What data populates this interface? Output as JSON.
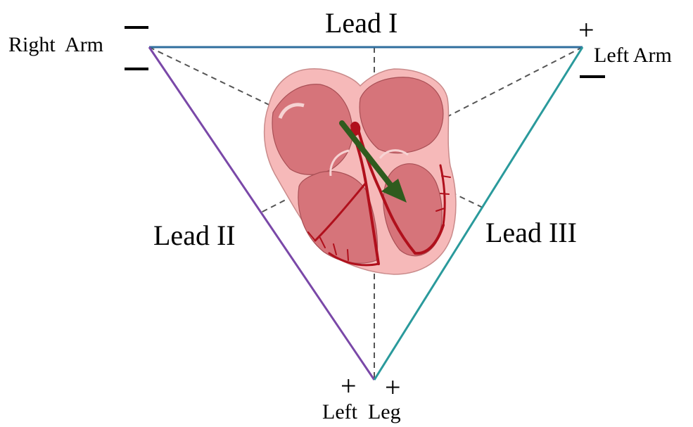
{
  "labels": {
    "lead_i": "Lead I",
    "lead_ii": "Lead II",
    "lead_iii": "Lead III",
    "right_arm": "Right  Arm",
    "left_arm": "Left Arm",
    "left_leg": "Left  Leg"
  },
  "signs": {
    "plus": "+",
    "minus": "—"
  },
  "colors": {
    "lead_i": "#2f6e9e",
    "lead_ii": "#7a48a8",
    "lead_iii": "#2a9a9c",
    "axis_lines": "#555555",
    "heart_outer": "#f6b9b9",
    "heart_chamber": "#d6747a",
    "heart_vessel": "#b0101c",
    "vector_arrow": "#2f5b1e"
  }
}
